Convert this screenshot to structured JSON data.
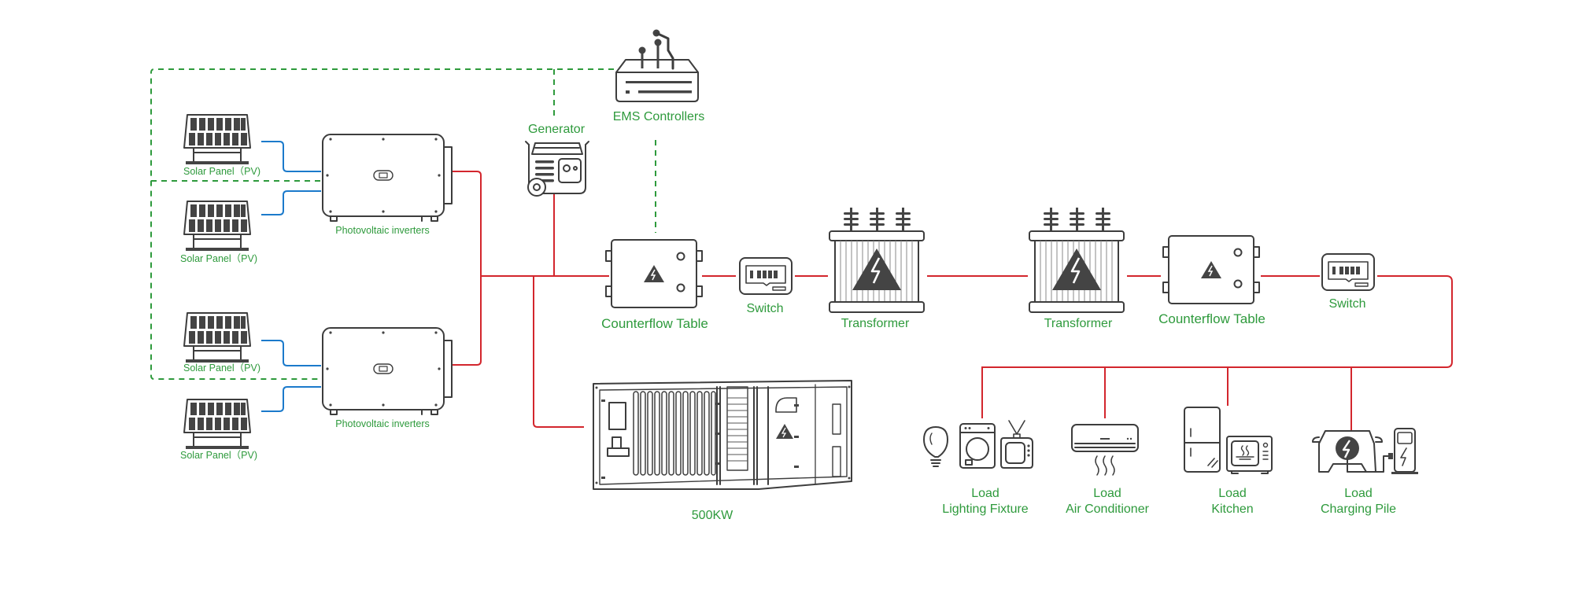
{
  "diagram": {
    "colors": {
      "label_green": "#2e9a3c",
      "ac_wire_red": "#d3262d",
      "dc_wire_blue": "#1b7acb",
      "control_dashed_green": "#2e9a3c",
      "icon_stroke": "#3d3d3d"
    },
    "nodes": {
      "pv1": {
        "label": "Solar Panel（PV)",
        "icon": "solar-panel-icon"
      },
      "pv2": {
        "label": "Solar Panel（PV)",
        "icon": "solar-panel-icon"
      },
      "pv3": {
        "label": "Solar Panel（PV)",
        "icon": "solar-panel-icon"
      },
      "pv4": {
        "label": "Solar Panel（PV)",
        "icon": "solar-panel-icon"
      },
      "inverter1": {
        "label": "Photovoltaic inverters",
        "icon": "inverter-icon"
      },
      "inverter2": {
        "label": "Photovoltaic inverters",
        "icon": "inverter-icon"
      },
      "generator": {
        "label": "Generator",
        "icon": "generator-icon"
      },
      "ems": {
        "label": "EMS Controllers",
        "icon": "ems-controller-icon"
      },
      "counterflow1": {
        "label": "Counterflow Table",
        "icon": "counterflow-table-icon"
      },
      "switch1": {
        "label": "Switch",
        "icon": "switch-icon"
      },
      "transformer1": {
        "label": "Transformer",
        "icon": "transformer-icon"
      },
      "transformer2": {
        "label": "Transformer",
        "icon": "transformer-icon"
      },
      "counterflow2": {
        "label": "Counterflow Table",
        "icon": "counterflow-table-icon"
      },
      "switch2": {
        "label": "Switch",
        "icon": "switch-icon"
      },
      "storage": {
        "label": "500KW",
        "icon": "energy-storage-cabinet-icon"
      },
      "load_lighting": {
        "label_line1": "Load",
        "label_line2": "Lighting Fixture",
        "icon": "lighting-appliances-icon"
      },
      "load_ac": {
        "label_line1": "Load",
        "label_line2": "Air Conditioner",
        "icon": "air-conditioner-icon"
      },
      "load_kitchen": {
        "label_line1": "Load",
        "label_line2": "Kitchen",
        "icon": "kitchen-appliances-icon"
      },
      "load_charging": {
        "label_line1": "Load",
        "label_line2": "Charging Pile",
        "icon": "ev-charging-icon"
      }
    },
    "connections": [
      {
        "from": "pv1",
        "to": "inverter1",
        "type": "dc"
      },
      {
        "from": "pv2",
        "to": "inverter1",
        "type": "dc"
      },
      {
        "from": "pv3",
        "to": "inverter2",
        "type": "dc"
      },
      {
        "from": "pv4",
        "to": "inverter2",
        "type": "dc"
      },
      {
        "from": "inverter1",
        "to": "counterflow1",
        "type": "ac"
      },
      {
        "from": "inverter2",
        "to": "counterflow1",
        "type": "ac"
      },
      {
        "from": "generator",
        "to": "counterflow1",
        "type": "ac"
      },
      {
        "from": "storage",
        "to": "counterflow1",
        "type": "ac"
      },
      {
        "from": "counterflow1",
        "to": "switch1",
        "type": "ac"
      },
      {
        "from": "switch1",
        "to": "transformer1",
        "type": "ac"
      },
      {
        "from": "transformer1",
        "to": "transformer2",
        "type": "ac"
      },
      {
        "from": "transformer2",
        "to": "counterflow2",
        "type": "ac"
      },
      {
        "from": "counterflow2",
        "to": "switch2",
        "type": "ac"
      },
      {
        "from": "switch2",
        "to": "load_lighting",
        "type": "ac"
      },
      {
        "from": "switch2",
        "to": "load_ac",
        "type": "ac"
      },
      {
        "from": "switch2",
        "to": "load_kitchen",
        "type": "ac"
      },
      {
        "from": "switch2",
        "to": "load_charging",
        "type": "ac"
      },
      {
        "from": "ems",
        "to": "inverter1",
        "type": "control"
      },
      {
        "from": "ems",
        "to": "inverter2",
        "type": "control"
      },
      {
        "from": "ems",
        "to": "generator",
        "type": "control"
      },
      {
        "from": "ems",
        "to": "counterflow1",
        "type": "control"
      }
    ]
  }
}
